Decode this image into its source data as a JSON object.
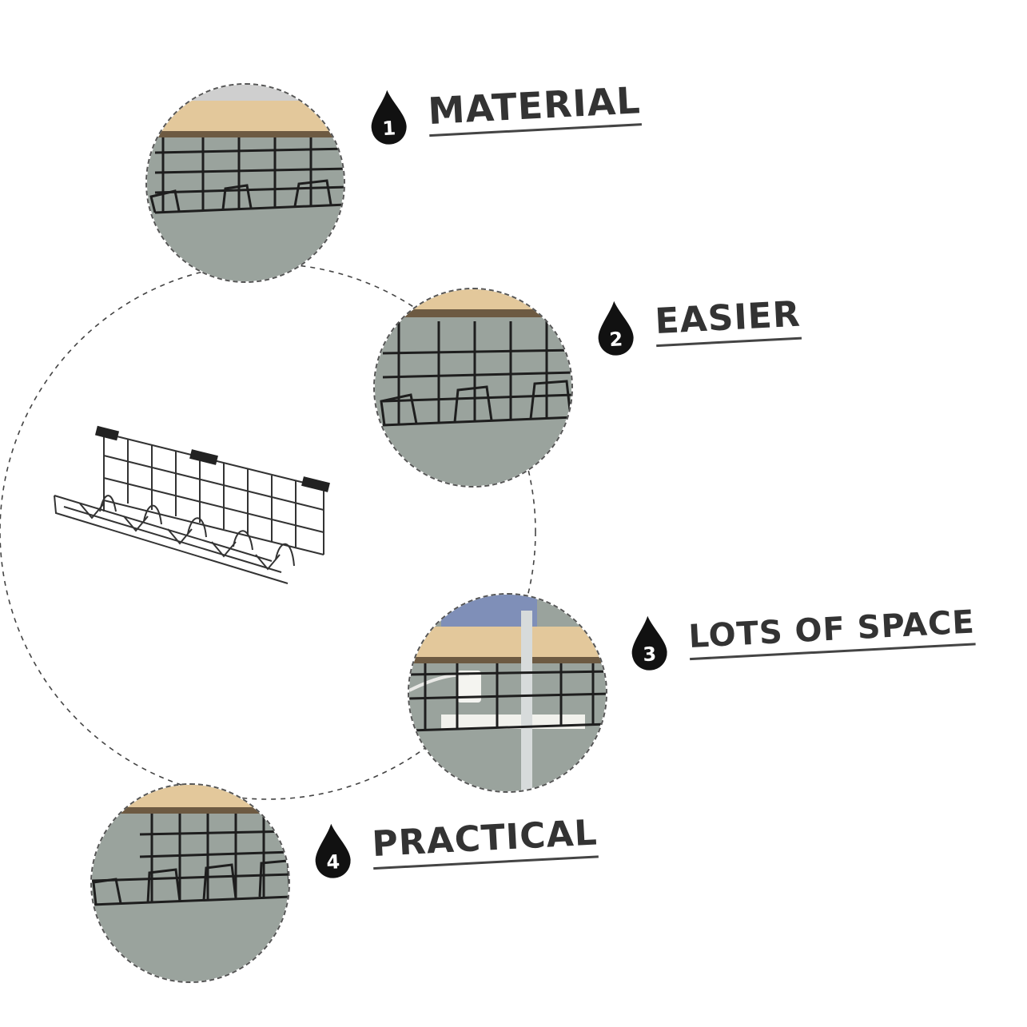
{
  "features": [
    {
      "number": "1",
      "label": "MATERIAL"
    },
    {
      "number": "2",
      "label": "EASIER"
    },
    {
      "number": "3",
      "label": "LOTS OF SPACE"
    },
    {
      "number": "4",
      "label": "PRACTICAL"
    }
  ],
  "icons": {
    "badge": "water-drop-icon",
    "product": "wire-cable-tray"
  },
  "colors": {
    "drop": "#111111",
    "label": "#333333",
    "photo_background": "#9aa39d",
    "wood": "#e3c89b",
    "wire": "#1e1e1e"
  }
}
